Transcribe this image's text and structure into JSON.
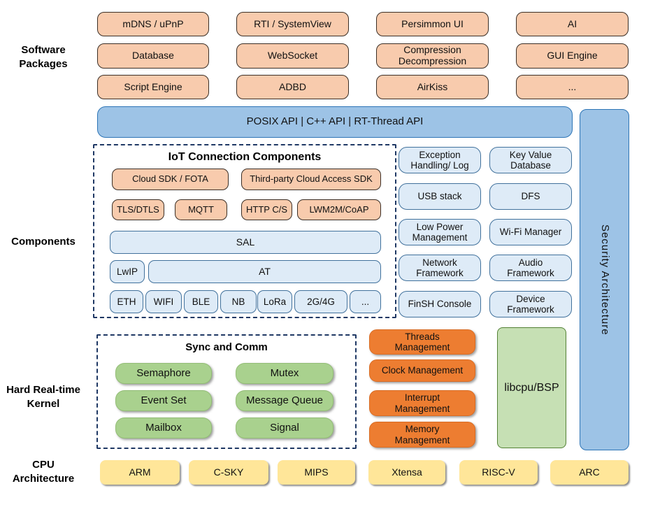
{
  "left_labels": {
    "software": "Software\nPackages",
    "components": "Components",
    "kernel": "Hard Real-time\nKernel",
    "cpu": "CPU\nArchitecture"
  },
  "software_packages": {
    "items": [
      "mDNS / uPnP",
      "RTI / SystemView",
      "Persimmon UI",
      "AI",
      "Database",
      "WebSocket",
      "Compression\nDecompression",
      "GUI Engine",
      "Script Engine",
      "ADBD",
      "AirKiss",
      "..."
    ]
  },
  "api_bar": {
    "label": "POSIX API  |  C++ API  |  RT-Thread API"
  },
  "security_bar": {
    "label": "Security Architecture"
  },
  "iot": {
    "title": "IoT Connection Components",
    "row1": [
      "Cloud SDK / FOTA",
      "Third-party Cloud Access SDK"
    ],
    "row2": [
      "TLS/DTLS",
      "MQTT",
      "HTTP C/S",
      "LWM2M/CoAP"
    ],
    "sal": "SAL",
    "lwip": "LwIP",
    "at": "AT",
    "links": [
      "ETH",
      "WIFI",
      "BLE",
      "NB",
      "LoRa",
      "2G/4G",
      "..."
    ]
  },
  "services": [
    "Exception\nHandling/ Log",
    "Key Value\nDatabase",
    "USB stack",
    "DFS",
    "Low Power\nManagement",
    "Wi-Fi Manager",
    "Network\nFramework",
    "Audio\nFramework",
    "FinSH Console",
    "Device\nFramework"
  ],
  "kernel": {
    "sync_title": "Sync and Comm",
    "sync_items": [
      "Semaphore",
      "Mutex",
      "Event Set",
      "Message Queue",
      "Mailbox",
      "Signal"
    ],
    "mgmt_items": [
      "Threads\nManagement",
      "Clock Management",
      "Interrupt\nManagement",
      "Memory\nManagement"
    ],
    "libcpu": "libcpu/BSP"
  },
  "cpu_arch": [
    "ARM",
    "C-SKY",
    "MIPS",
    "Xtensa",
    "RISC-V",
    "ARC"
  ],
  "colors": {
    "peach": "#F8CBAD",
    "medium_blue": "#9DC3E6",
    "light_blue": "#DEEBF7",
    "green": "#A9D18E",
    "light_green": "#C6E0B4",
    "dark_orange": "#ED7D31",
    "yellow": "#FFE699",
    "dashed_border": "#1F3864",
    "blue_border": "#2E75B6"
  }
}
